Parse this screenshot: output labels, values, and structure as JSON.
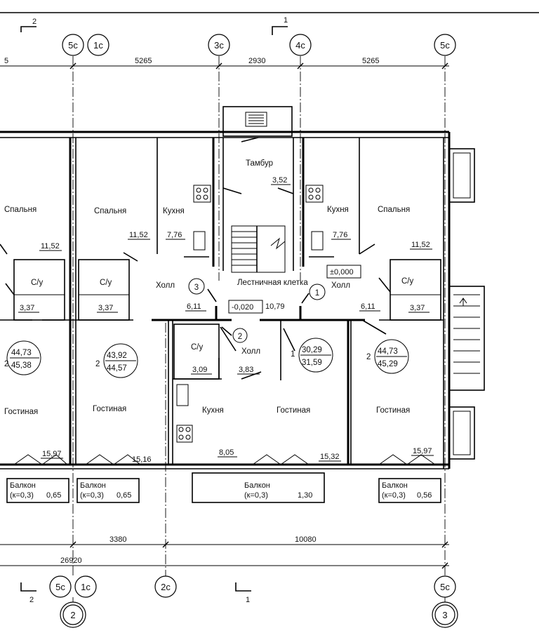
{
  "axes": {
    "top": [
      "5с",
      "1с",
      "3с",
      "4с",
      "5с"
    ],
    "bottom": [
      "5с",
      "1с",
      "2с",
      "5с"
    ],
    "bottom_ring": [
      "2",
      "3"
    ]
  },
  "section_marks": {
    "left": "2",
    "right": "1"
  },
  "dimensions": {
    "top": [
      "5",
      "5265",
      "2930",
      "5265"
    ],
    "bottom_row1": [
      "3380",
      "10080"
    ],
    "bottom_total": "26920"
  },
  "rooms": [
    {
      "name": "Спальня",
      "area": "11,52"
    },
    {
      "name": "Спальня",
      "area": "11,52"
    },
    {
      "name": "Кухня",
      "area": "7,76"
    },
    {
      "name": "Тамбур",
      "area": "3,52"
    },
    {
      "name": "Кухня",
      "area": "7,76"
    },
    {
      "name": "Спальня",
      "area": "11,52"
    },
    {
      "name": "С/у",
      "area": "3,37"
    },
    {
      "name": "С/у",
      "area": "3,37"
    },
    {
      "name": "Холл",
      "area": "6,11"
    },
    {
      "name": "Лестничная клетка",
      "area": "10,79"
    },
    {
      "name": "Холл",
      "area": "6,11"
    },
    {
      "name": "С/у",
      "area": "3,37"
    },
    {
      "name": "С/у",
      "area": "3,09"
    },
    {
      "name": "Холл",
      "area": "3,83"
    },
    {
      "name": "Гостиная",
      "area": "15,97"
    },
    {
      "name": "Гостиная",
      "area": "15,16"
    },
    {
      "name": "Кухня",
      "area": "8,05"
    },
    {
      "name": "Гостиная",
      "area": "15,32"
    },
    {
      "name": "Гостиная",
      "area": "15,97"
    }
  ],
  "level_mark": "±0,000",
  "level_stair": "-0,020",
  "hall_marks": [
    "3",
    "1",
    "2"
  ],
  "apartments": [
    {
      "rooms": "2",
      "living": "44,73",
      "total": "45,38"
    },
    {
      "rooms": "2",
      "living": "43,92",
      "total": "44,57"
    },
    {
      "rooms": "1",
      "living": "30,29",
      "total": "31,59"
    },
    {
      "rooms": "2",
      "living": "44,73",
      "total": "45,29"
    }
  ],
  "balconies": [
    {
      "name": "Балкон",
      "coef": "(к=0,3)",
      "area": "0,65"
    },
    {
      "name": "Балкон",
      "coef": "(к=0,3)",
      "area": "0,65"
    },
    {
      "name": "Балкон",
      "coef": "(к=0,3)",
      "area": "1,30"
    },
    {
      "name": "Балкон",
      "coef": "(к=0,3)",
      "area": "0,56"
    }
  ]
}
